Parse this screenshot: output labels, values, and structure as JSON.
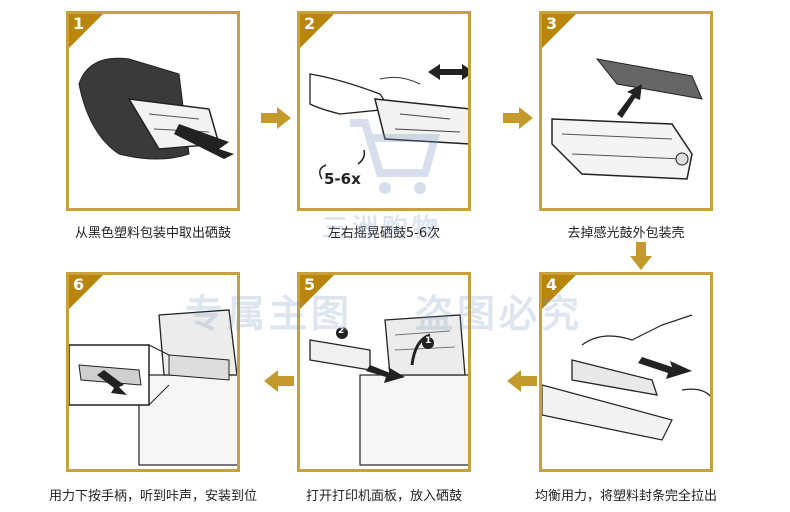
{
  "steps": [
    {
      "number": "1",
      "caption": "从黑色塑料包装中取出硒鼓"
    },
    {
      "number": "2",
      "caption": "左右摇晃硒鼓5-6次",
      "shake_label": "5-6x"
    },
    {
      "number": "3",
      "caption": "去掉感光鼓外包装壳"
    },
    {
      "number": "4",
      "caption": "均衡用力，将塑料封条完全拉出"
    },
    {
      "number": "5",
      "caption": "打开打印机面板，放入硒鼓",
      "callout_1": "1",
      "callout_2": "2"
    },
    {
      "number": "6",
      "caption": "用力下按手柄，听到咔声，安装到位"
    }
  ],
  "watermark": {
    "brand": "三洲购物",
    "line1": "专属主图",
    "line2": "盗图必究"
  },
  "colors": {
    "accent": "#c9a13a",
    "badge": "#b8860b",
    "arrow": "#c49a2c"
  }
}
